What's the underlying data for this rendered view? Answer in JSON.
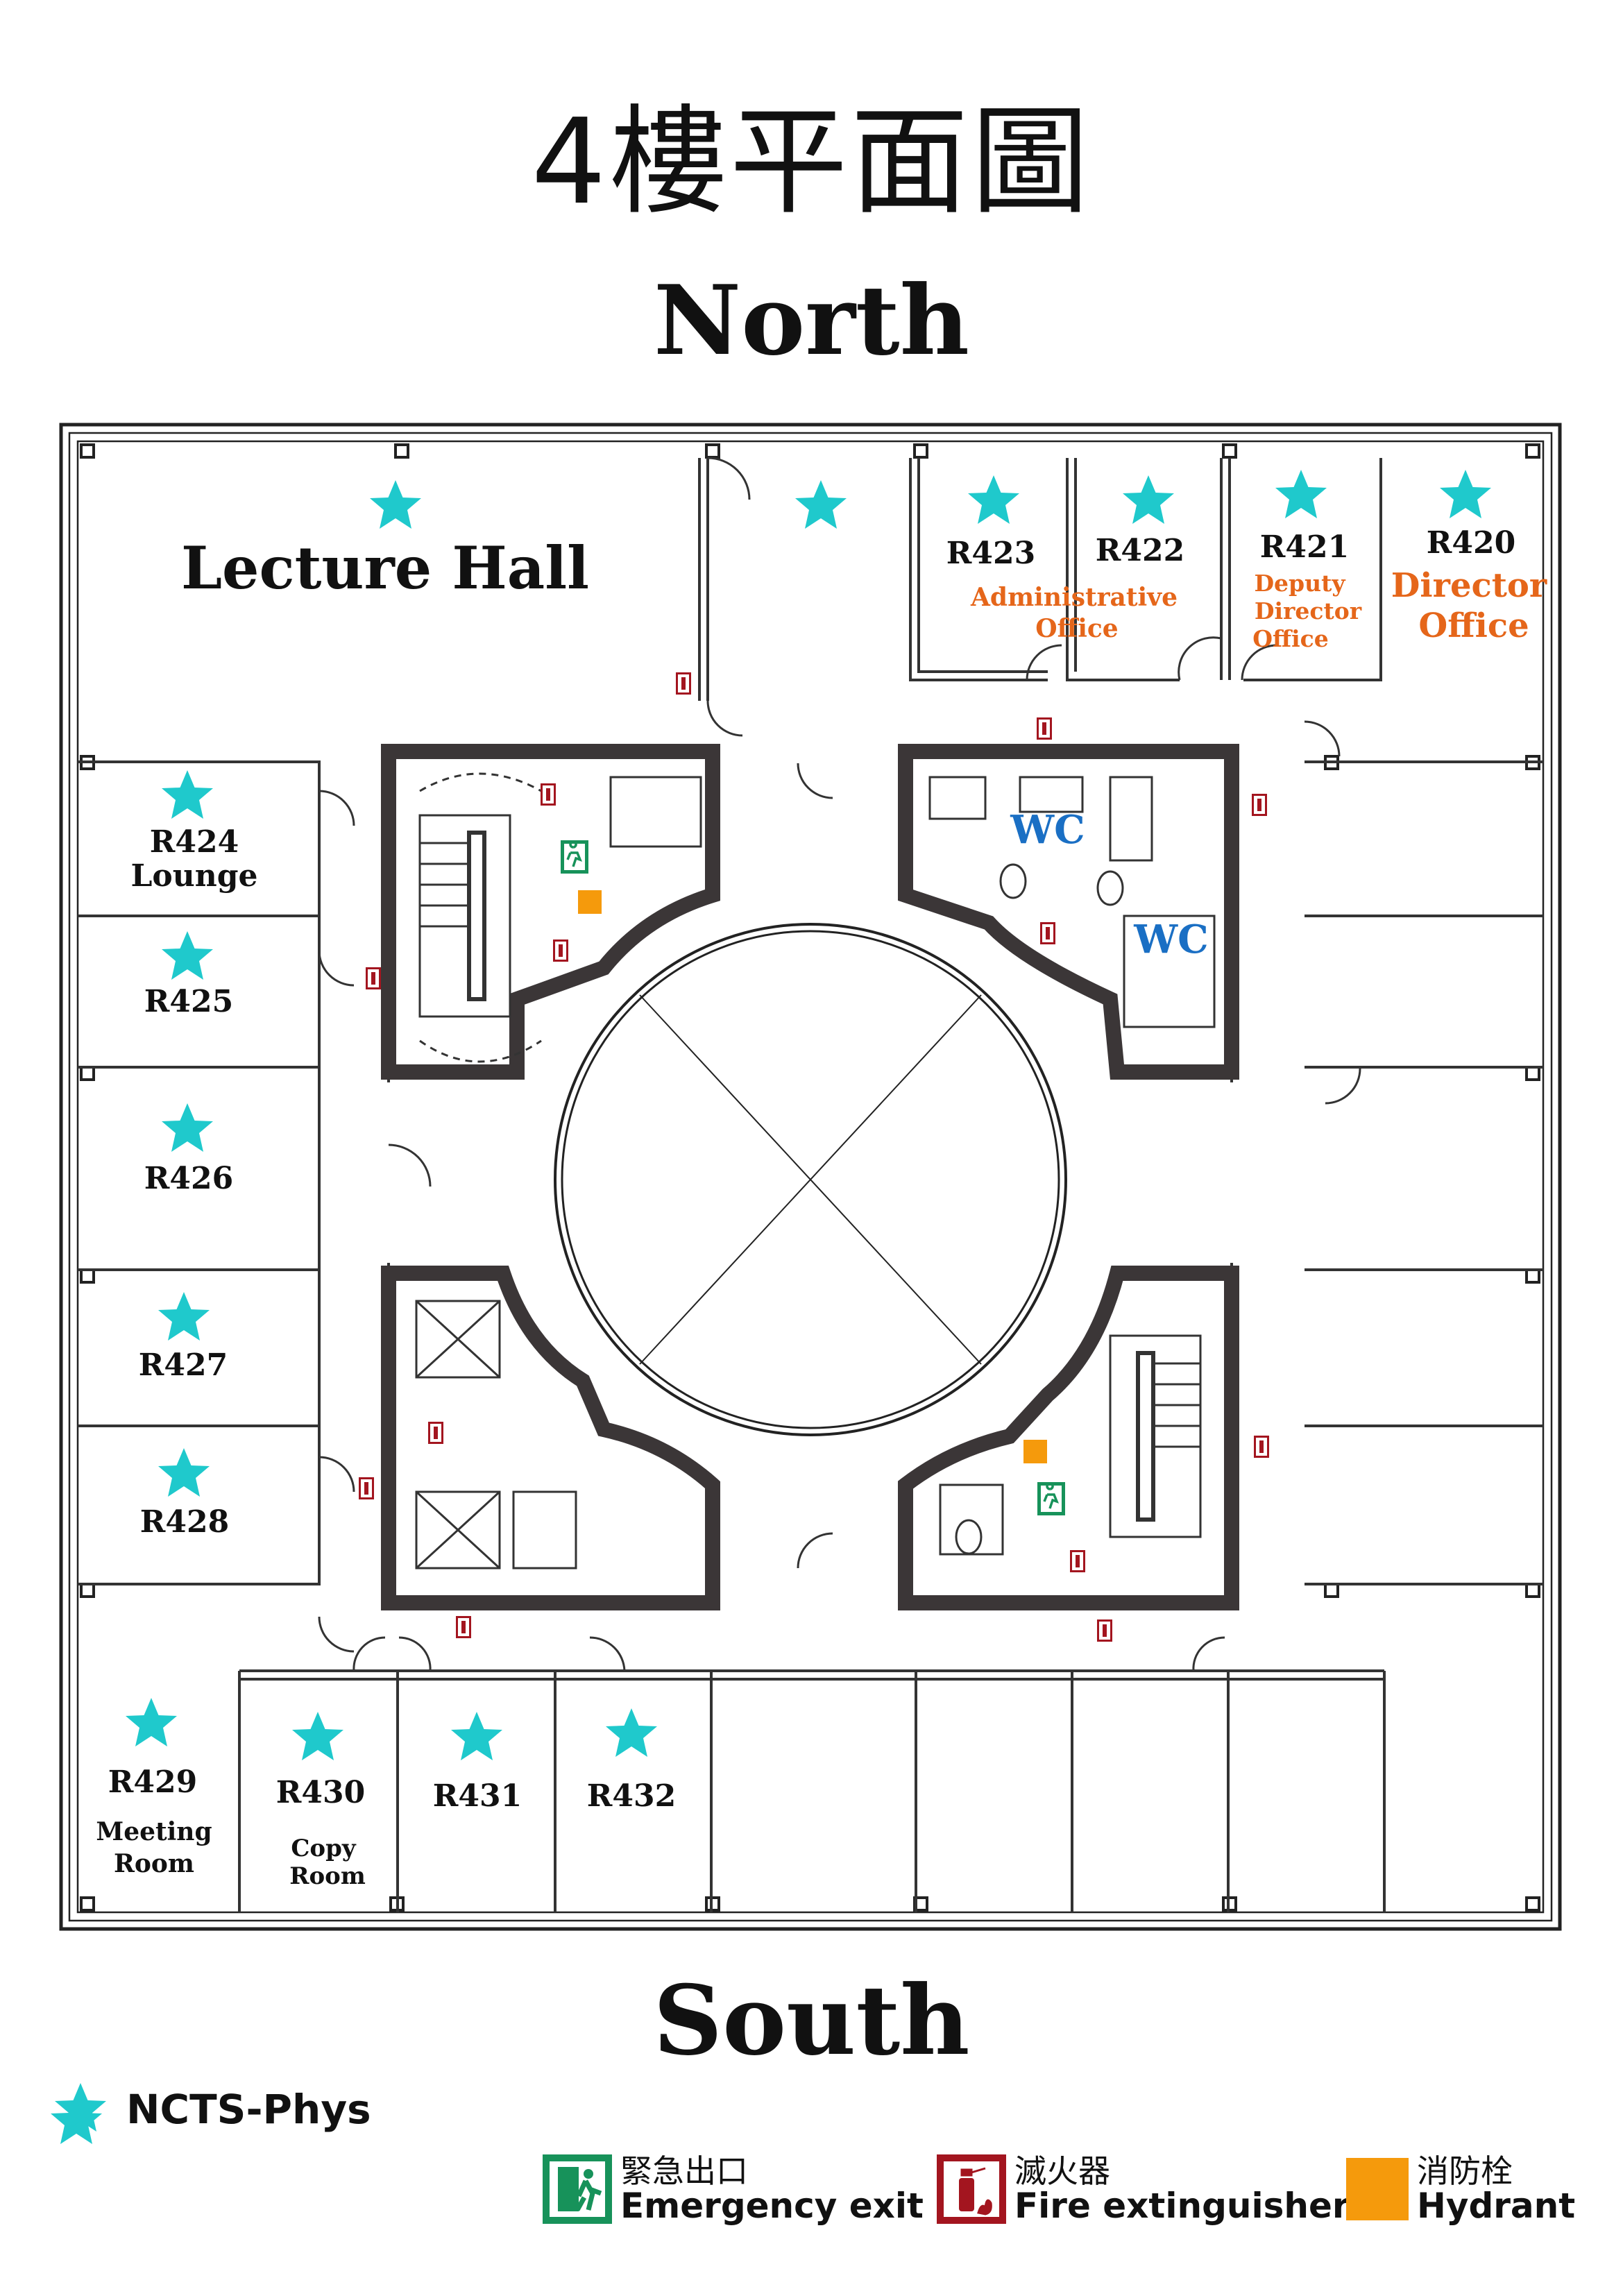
{
  "title": "4樓平面圖",
  "north": "North",
  "south": "South",
  "colors": {
    "star": "#1fc9cc",
    "orange_text": "#e5661a",
    "wc_text": "#1a6fc4",
    "wall": "#3b3637",
    "exit_green": "#17925a",
    "extinguisher_red": "#a3151f",
    "hydrant": "#f59a0c"
  },
  "rooms": {
    "lecture_hall": "Lecture Hall",
    "r420": {
      "num": "R420",
      "l1": "Director",
      "l2": "Office"
    },
    "r421": {
      "num": "R421",
      "l1": "Deputy",
      "l2": "Director",
      "l3": "Office"
    },
    "r422": {
      "num": "R422"
    },
    "r423": {
      "num": "R423",
      "l1": "Administrative",
      "l2": "Office"
    },
    "r424": {
      "num": "R424",
      "l1": "Lounge"
    },
    "r425": {
      "num": "R425"
    },
    "r426": {
      "num": "R426"
    },
    "r427": {
      "num": "R427"
    },
    "r428": {
      "num": "R428"
    },
    "r429": {
      "num": "R429",
      "l1": "Meeting",
      "l2": "Room"
    },
    "r430": {
      "num": "R430",
      "l1": "Copy",
      "l2": "Room"
    },
    "r431": {
      "num": "R431"
    },
    "r432": {
      "num": "R432"
    },
    "wc": "WC"
  },
  "legend": {
    "ncts": "NCTS-Phys",
    "exit_cn": "緊急出口",
    "exit_en": "Emergency exit",
    "ext_cn": "滅火器",
    "ext_en": "Fire extinguisher",
    "hyd_cn": "消防栓",
    "hyd_en": "Hydrant"
  },
  "icons": [
    "star-icon",
    "emergency-exit-icon",
    "fire-extinguisher-icon",
    "hydrant-icon"
  ]
}
